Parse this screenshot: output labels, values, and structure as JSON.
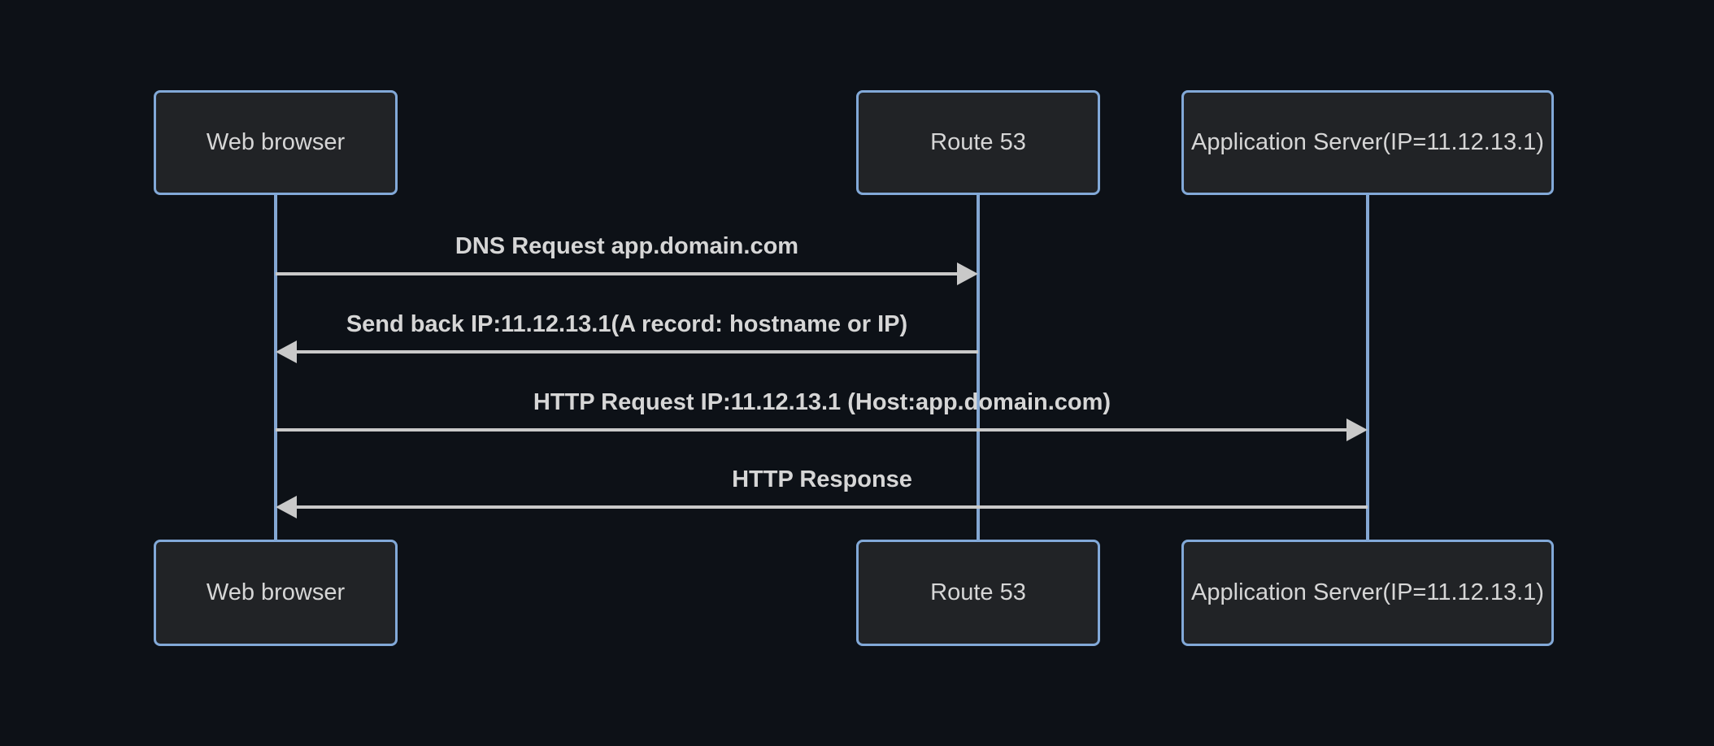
{
  "diagram": {
    "type": "sequence",
    "actors": [
      {
        "id": "browser",
        "label": "Web browser"
      },
      {
        "id": "route53",
        "label": "Route 53"
      },
      {
        "id": "appserver",
        "label": "Application Server(IP=11.12.13.1)"
      }
    ],
    "messages": [
      {
        "from": "browser",
        "to": "route53",
        "direction": "right",
        "arrow": "solid",
        "label": "DNS Request app.domain.com"
      },
      {
        "from": "route53",
        "to": "browser",
        "direction": "left",
        "arrow": "solid",
        "label": "Send back IP:11.12.13.1(A record: hostname or IP)"
      },
      {
        "from": "browser",
        "to": "appserver",
        "direction": "right",
        "arrow": "solid",
        "label": "HTTP Request IP:11.12.13.1 (Host:app.domain.com)"
      },
      {
        "from": "appserver",
        "to": "browser",
        "direction": "left",
        "arrow": "solid",
        "label": "HTTP Response"
      }
    ],
    "colors": {
      "background": "#0d1117",
      "actor_fill": "#212326",
      "actor_border": "#82a9d8",
      "lifeline": "#84a7d3",
      "signal": "#c9c9c9",
      "text": "#d6d6d6"
    }
  }
}
